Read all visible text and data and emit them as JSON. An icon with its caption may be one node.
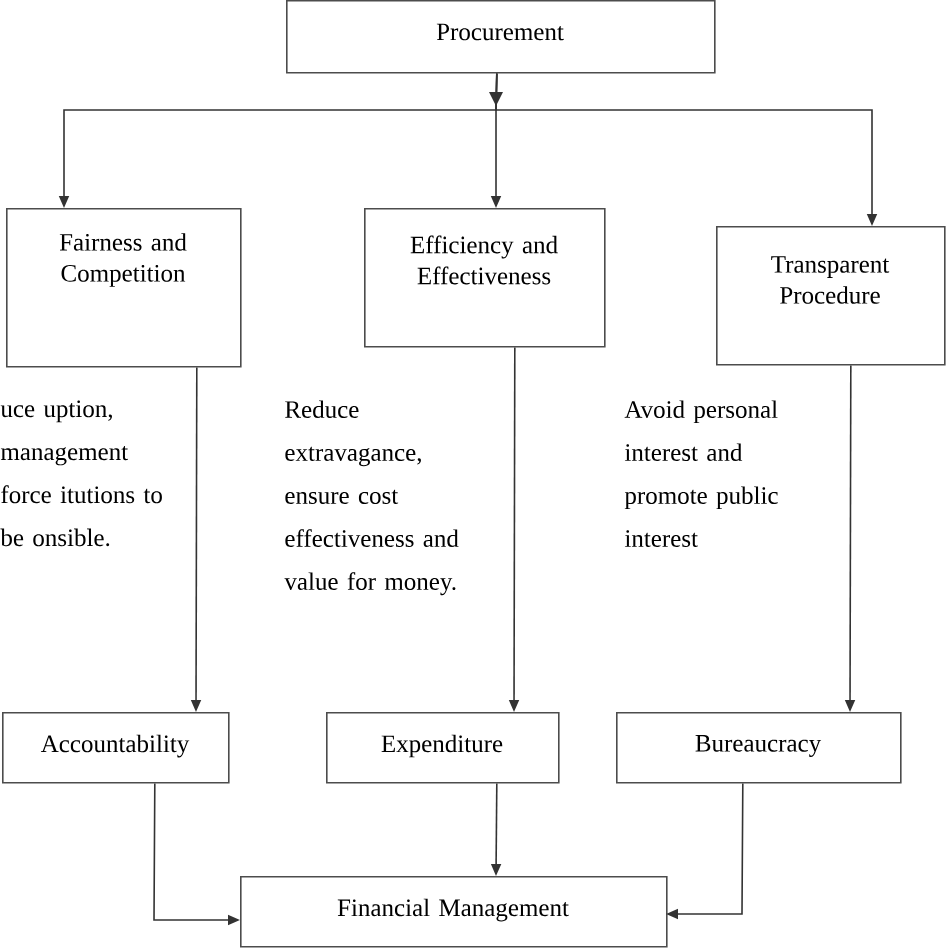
{
  "diagram": {
    "nodes": [
      {
        "text": [
          "Procurement"
        ]
      },
      {
        "text": [
          "Fairness and Competition"
        ]
      },
      {
        "text": [
          "Efficiency and Effectiveness"
        ]
      },
      {
        "text": [
          "Transparent Procedure"
        ]
      },
      {
        "text": [
          "Accountability"
        ]
      },
      {
        "text": [
          "Expenditure"
        ]
      },
      {
        "text": [
          "Bureaucracy"
        ]
      },
      {
        "text": [
          "Financial Management"
        ]
      }
    ],
    "edges": [
      {
        "from": 0,
        "to": 1,
        "arrow": "to"
      },
      {
        "from": 0,
        "to": 2,
        "arrow": "to"
      },
      {
        "from": 0,
        "to": 3,
        "arrow": "to"
      },
      {
        "from": 1,
        "to": 4,
        "arrow": "to"
      },
      {
        "from": 2,
        "to": 5,
        "arrow": "to"
      },
      {
        "from": 3,
        "to": 6,
        "arrow": "to"
      },
      {
        "from": 4,
        "to": 7,
        "arrow": "to"
      },
      {
        "from": 5,
        "to": 7,
        "arrow": "to"
      },
      {
        "from": 6,
        "to": 7,
        "arrow": "to"
      }
    ],
    "labels": [
      "uce uption, management force itutions to be onsible.",
      "Reduce extravagance, ensure cost effectiveness and value for money.",
      "Avoid personal interest and promote public interest"
    ]
  }
}
